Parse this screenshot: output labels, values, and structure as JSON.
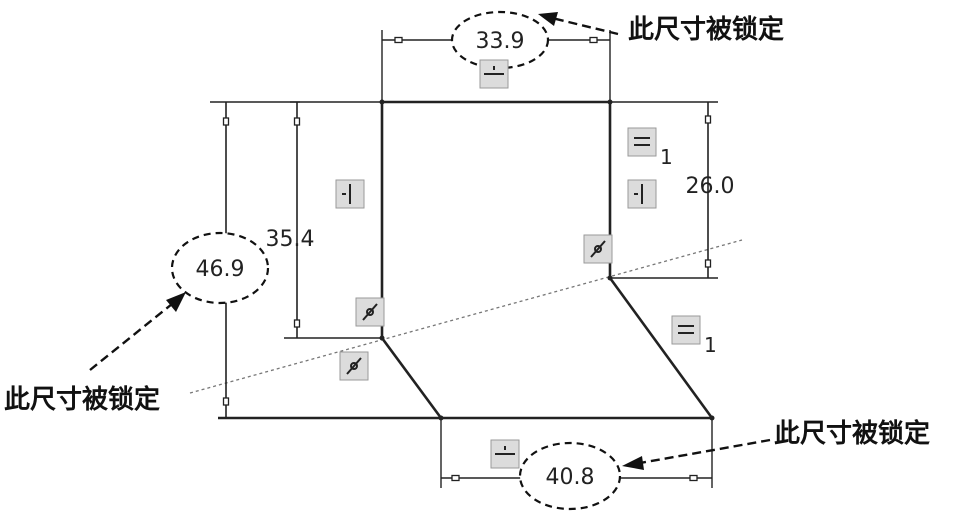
{
  "dimensions": {
    "top": "33.9",
    "left_outer": "46.9",
    "left_inner": "35.4",
    "right": "26.0",
    "bottom": "40.8"
  },
  "constraint_indices": {
    "right_vertical_equal": "1",
    "slanted_equal": "1"
  },
  "annotations": {
    "top_right": "此尺寸被锁定",
    "left": "此尺寸被锁定",
    "bottom_right": "此尺寸被锁定"
  }
}
